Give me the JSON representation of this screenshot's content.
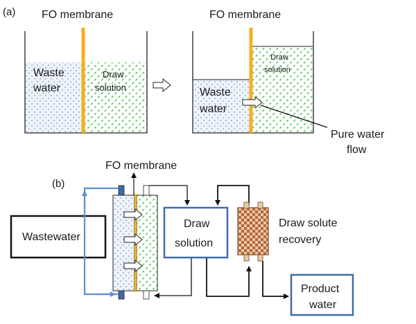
{
  "panel_a": {
    "label": "(a)",
    "left": {
      "membrane_label": "FO membrane",
      "waste_line1": "Waste",
      "waste_line2": "water",
      "draw_line1": "Draw",
      "draw_line2": "solution"
    },
    "right": {
      "membrane_label": "FO membrane",
      "waste_line1": "Waste",
      "waste_line2": "water",
      "draw_line1": "Draw",
      "draw_line2": "solution",
      "callout_line1": "Pure water",
      "callout_line2": "flow"
    }
  },
  "panel_b": {
    "label": "(b)",
    "membrane_label": "FO membrane",
    "wastewater_label": "Wastewater",
    "draw_line1": "Draw",
    "draw_line2": "solution",
    "recovery_line1": "Draw solute",
    "recovery_line2": "recovery",
    "product_line1": "Product",
    "product_line2": "water"
  },
  "colors": {
    "membrane": "#f5b01e",
    "waste_fill": "#eef3fa",
    "dots": "#7f9cc4",
    "hatch": "#4fc24f",
    "box_border": "#3f6aa8",
    "pipe_blue": "#5b8fd0",
    "recovery_fill": "#e9c7a8",
    "recovery_check": "#b4683a"
  }
}
